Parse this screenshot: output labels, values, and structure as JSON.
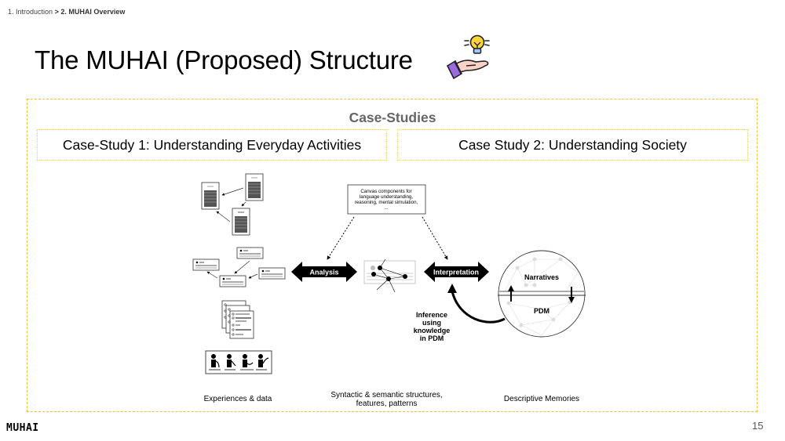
{
  "breadcrumb": {
    "parent": "1. Introduction",
    "separator": ">",
    "current": "2. MUHAI Overview"
  },
  "slide": {
    "title": "The MUHAI (Proposed) Structure",
    "title_icon": "hand-lightbulb-icon",
    "page_number": "15",
    "footer_logo": "MUHAI"
  },
  "case_studies": {
    "header": "Case-Studies",
    "items": [
      {
        "label": "Case-Study 1: Understanding Everyday Activities"
      },
      {
        "label": "Case Study 2: Understanding Society"
      }
    ]
  },
  "diagram": {
    "canvas_box": {
      "lines": [
        "Canvas components for",
        "language understanding,",
        "reasoning, mental simulation,",
        "..."
      ]
    },
    "arrows": {
      "analysis": "Analysis",
      "interpretation": "Interpretation"
    },
    "sphere": {
      "top_label": "Narratives",
      "bottom_label": "PDM"
    },
    "inference_label": [
      "Inference",
      "using",
      "knowledge",
      "in PDM"
    ],
    "captions": {
      "left": "Experiences & data",
      "middle_line1": "Syntactic & semantic structures,",
      "middle_line2": "features, patterns",
      "right": "Descriptive Memories"
    },
    "icons": [
      "documents-icon",
      "cards-icon",
      "checklists-icon",
      "people-activities-icon",
      "graph-structure-icon",
      "pdm-sphere-icon"
    ]
  },
  "colors": {
    "accent_border": "#f2c12e",
    "header_gray": "#666666"
  }
}
